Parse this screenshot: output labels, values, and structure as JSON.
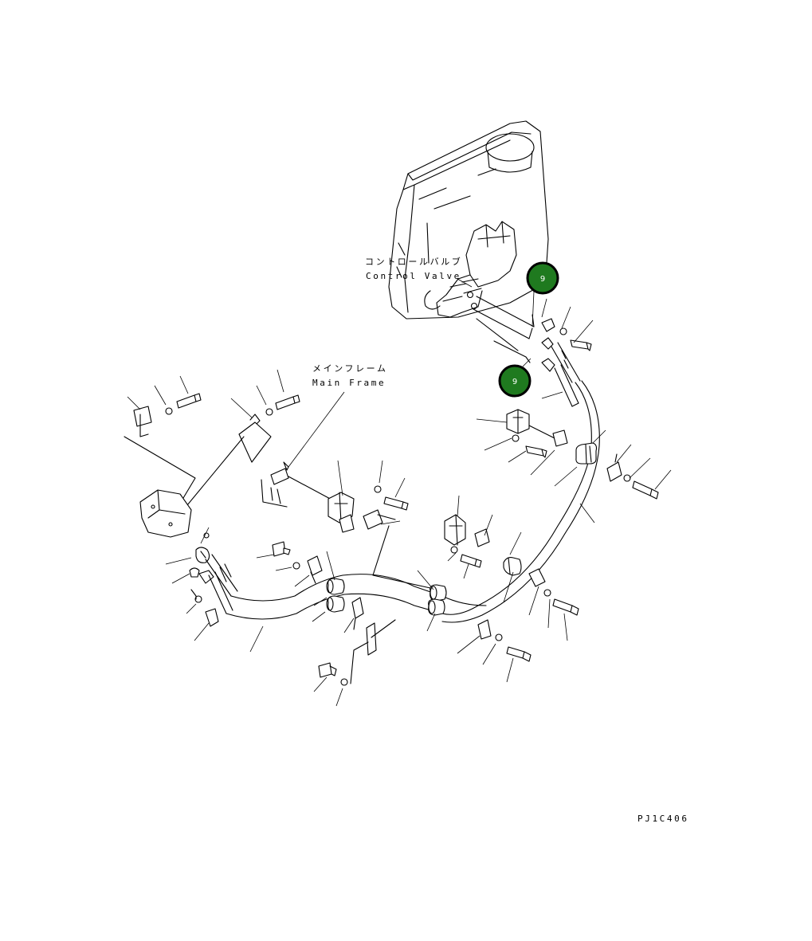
{
  "labels": {
    "control_valve_jp": "コントロールバルブ",
    "control_valve_en": "Control Valve",
    "main_frame_jp": "メインフレーム",
    "main_frame_en": "Main Frame",
    "drawing_code": "PJ1C406"
  },
  "callouts": [
    {
      "text": "9"
    },
    {
      "text": "9"
    }
  ],
  "colors": {
    "line": "#000000",
    "badge_fill": "#1f7a1f",
    "badge_ring": "#000000",
    "badge_text": "#ffffff"
  }
}
